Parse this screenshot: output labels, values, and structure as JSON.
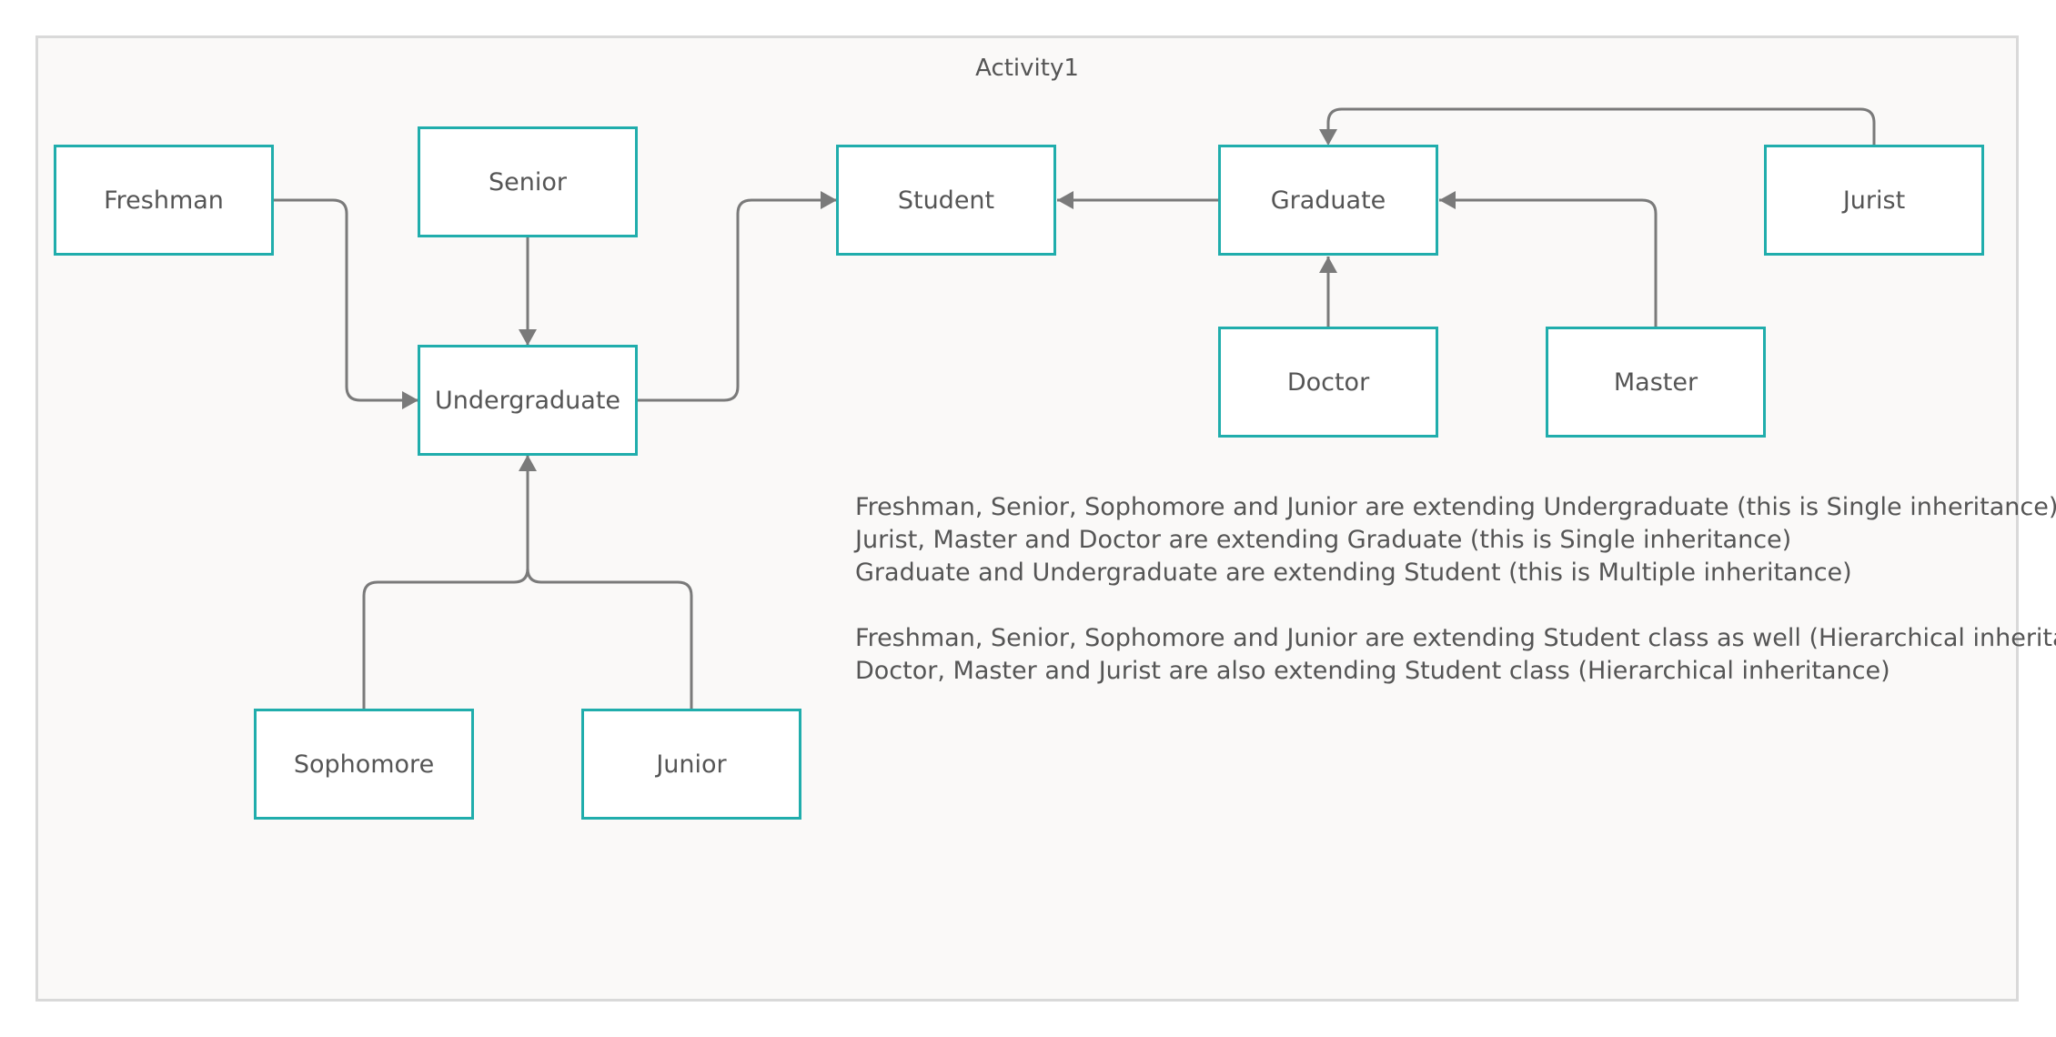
{
  "diagram": {
    "title": "Activity1",
    "nodes": {
      "freshman": "Freshman",
      "senior": "Senior",
      "undergraduate": "Undergraduate",
      "sophomore": "Sophomore",
      "junior": "Junior",
      "student": "Student",
      "graduate": "Graduate",
      "doctor": "Doctor",
      "master": "Master",
      "jurist": "Jurist"
    },
    "edges": [
      {
        "from": "Freshman",
        "to": "Undergraduate"
      },
      {
        "from": "Senior",
        "to": "Undergraduate"
      },
      {
        "from": "Sophomore",
        "to": "Undergraduate"
      },
      {
        "from": "Junior",
        "to": "Undergraduate"
      },
      {
        "from": "Undergraduate",
        "to": "Student"
      },
      {
        "from": "Graduate",
        "to": "Student"
      },
      {
        "from": "Doctor",
        "to": "Graduate"
      },
      {
        "from": "Master",
        "to": "Graduate"
      },
      {
        "from": "Jurist",
        "to": "Graduate"
      }
    ],
    "notes": [
      "Freshman, Senior, Sophomore and Junior are extending Undergraduate (this is Single inheritance)",
      "Jurist, Master and Doctor are extending Graduate (this is Single inheritance)",
      "Graduate and Undergraduate are extending Student (this is Multiple inheritance)",
      "",
      "Freshman, Senior, Sophomore and Junior are extending Student class as well (Hierarchical inheritance)",
      "Doctor, Master and Jurist are also extending Student class (Hierarchical inheritance)"
    ],
    "colors": {
      "node_border": "#20adac",
      "edge": "#7a7a7a",
      "canvas": "#faf9f8",
      "text": "#555555"
    }
  }
}
